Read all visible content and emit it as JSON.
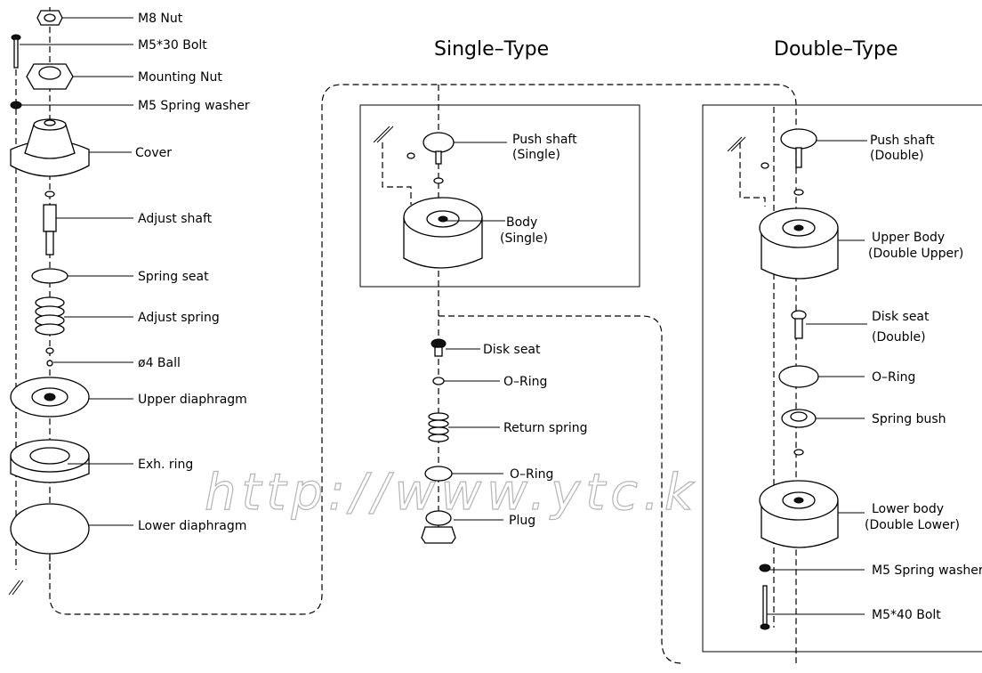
{
  "titles": {
    "single": "Single–Type",
    "double": "Double–Type"
  },
  "watermark": "http://www.ytc.k",
  "left_column": [
    {
      "id": "m8-nut",
      "label": "M8 Nut"
    },
    {
      "id": "m5x30-bolt",
      "label": "M5*30 Bolt"
    },
    {
      "id": "mounting-nut",
      "label": "Mounting Nut"
    },
    {
      "id": "m5-spring-washer",
      "label": "M5 Spring washer"
    },
    {
      "id": "cover",
      "label": "Cover"
    },
    {
      "id": "adjust-shaft",
      "label": "Adjust shaft"
    },
    {
      "id": "spring-seat",
      "label": "Spring seat"
    },
    {
      "id": "adjust-spring",
      "label": "Adjust spring"
    },
    {
      "id": "ball",
      "label": "ø4 Ball"
    },
    {
      "id": "upper-diaphragm",
      "label": "Upper diaphragm"
    },
    {
      "id": "exh-ring",
      "label": "Exh. ring"
    },
    {
      "id": "lower-diaphragm",
      "label": "Lower diaphragm"
    }
  ],
  "single_type": [
    {
      "id": "push-shaft-single",
      "label": "Push shaft",
      "sublabel": "(Single)"
    },
    {
      "id": "body-single",
      "label": "Body",
      "sublabel": "(Single)"
    },
    {
      "id": "disk-seat",
      "label": "Disk seat"
    },
    {
      "id": "o-ring-1",
      "label": "O–Ring"
    },
    {
      "id": "return-spring",
      "label": "Return spring"
    },
    {
      "id": "o-ring-2",
      "label": "O–Ring"
    },
    {
      "id": "plug",
      "label": "Plug"
    }
  ],
  "double_type": [
    {
      "id": "push-shaft-double",
      "label": "Push shaft",
      "sublabel": "(Double)"
    },
    {
      "id": "upper-body",
      "label": "Upper Body",
      "sublabel": "(Double Upper)"
    },
    {
      "id": "disk-seat-double",
      "label": "Disk seat",
      "sublabel": "(Double)"
    },
    {
      "id": "o-ring-double",
      "label": "O–Ring"
    },
    {
      "id": "spring-bush",
      "label": "Spring bush"
    },
    {
      "id": "lower-body",
      "label": "Lower body",
      "sublabel": "(Double Lower)"
    },
    {
      "id": "m5-spring-washer-2",
      "label": "M5 Spring washer"
    },
    {
      "id": "m5x40-bolt",
      "label": "M5*40 Bolt"
    }
  ]
}
